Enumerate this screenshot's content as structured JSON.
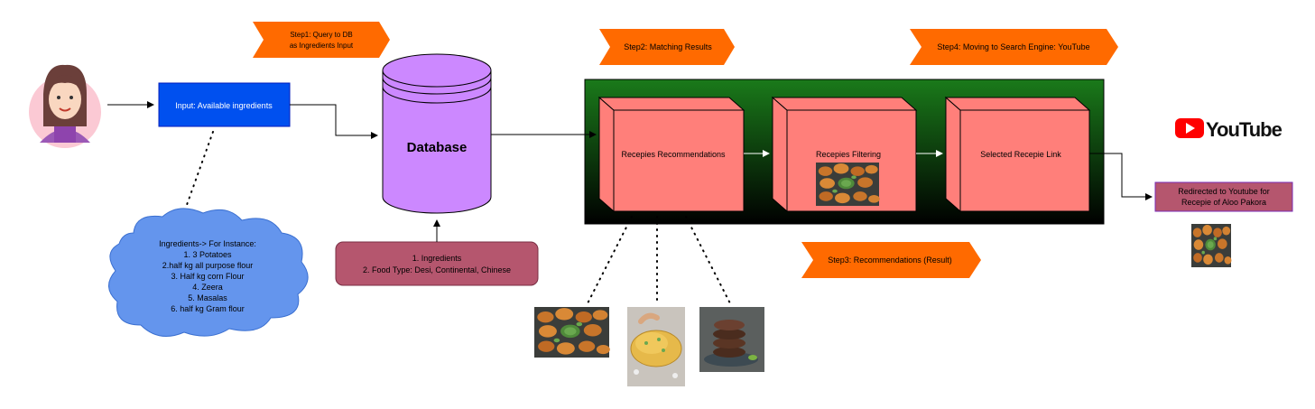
{
  "steps": {
    "step1_line1": "Step1: Query to DB",
    "step1_line2": "as Ingredients Input",
    "step2": "Step2: Matching Results",
    "step3": "Step3: Recommendations (Result)",
    "step4": "Step4: Moving to Search Engine: YouTube"
  },
  "input_box": "Input: Available ingredients",
  "database_label": "Database",
  "db_inputs": {
    "line1": "1. Ingredients",
    "line2": "2. Food Type: Desi, Continental, Chinese"
  },
  "cloud": {
    "title": "Ingredients-> For Instance:",
    "items": [
      "1. 3 Potatoes",
      "2.half kg all purpose flour",
      "3. Half kg corn Flour",
      "4. Zeera",
      "5. Masalas",
      "6. half kg Gram flour"
    ]
  },
  "pipeline": {
    "recommendations": "Recepies Recommendations",
    "filtering": "Recepies Filtering",
    "selected_link": "Selected Recepie Link"
  },
  "youtube_logo": "YouTube",
  "redirect": {
    "line1": "Redirected to Youtube for",
    "line2": "Recepie of Aloo Pakora"
  },
  "colors": {
    "step_arrow": "#ff6a00",
    "input_box": "#0050ef",
    "database": "#cc88ff",
    "db_inputs": "#b5566e",
    "cloud": "#6495ed",
    "container_top": "#1a7a1a",
    "container_bottom": "#000000",
    "cube": "#ff7f7a",
    "redirect_box": "#b5566e",
    "youtube_red": "#ff0000"
  }
}
